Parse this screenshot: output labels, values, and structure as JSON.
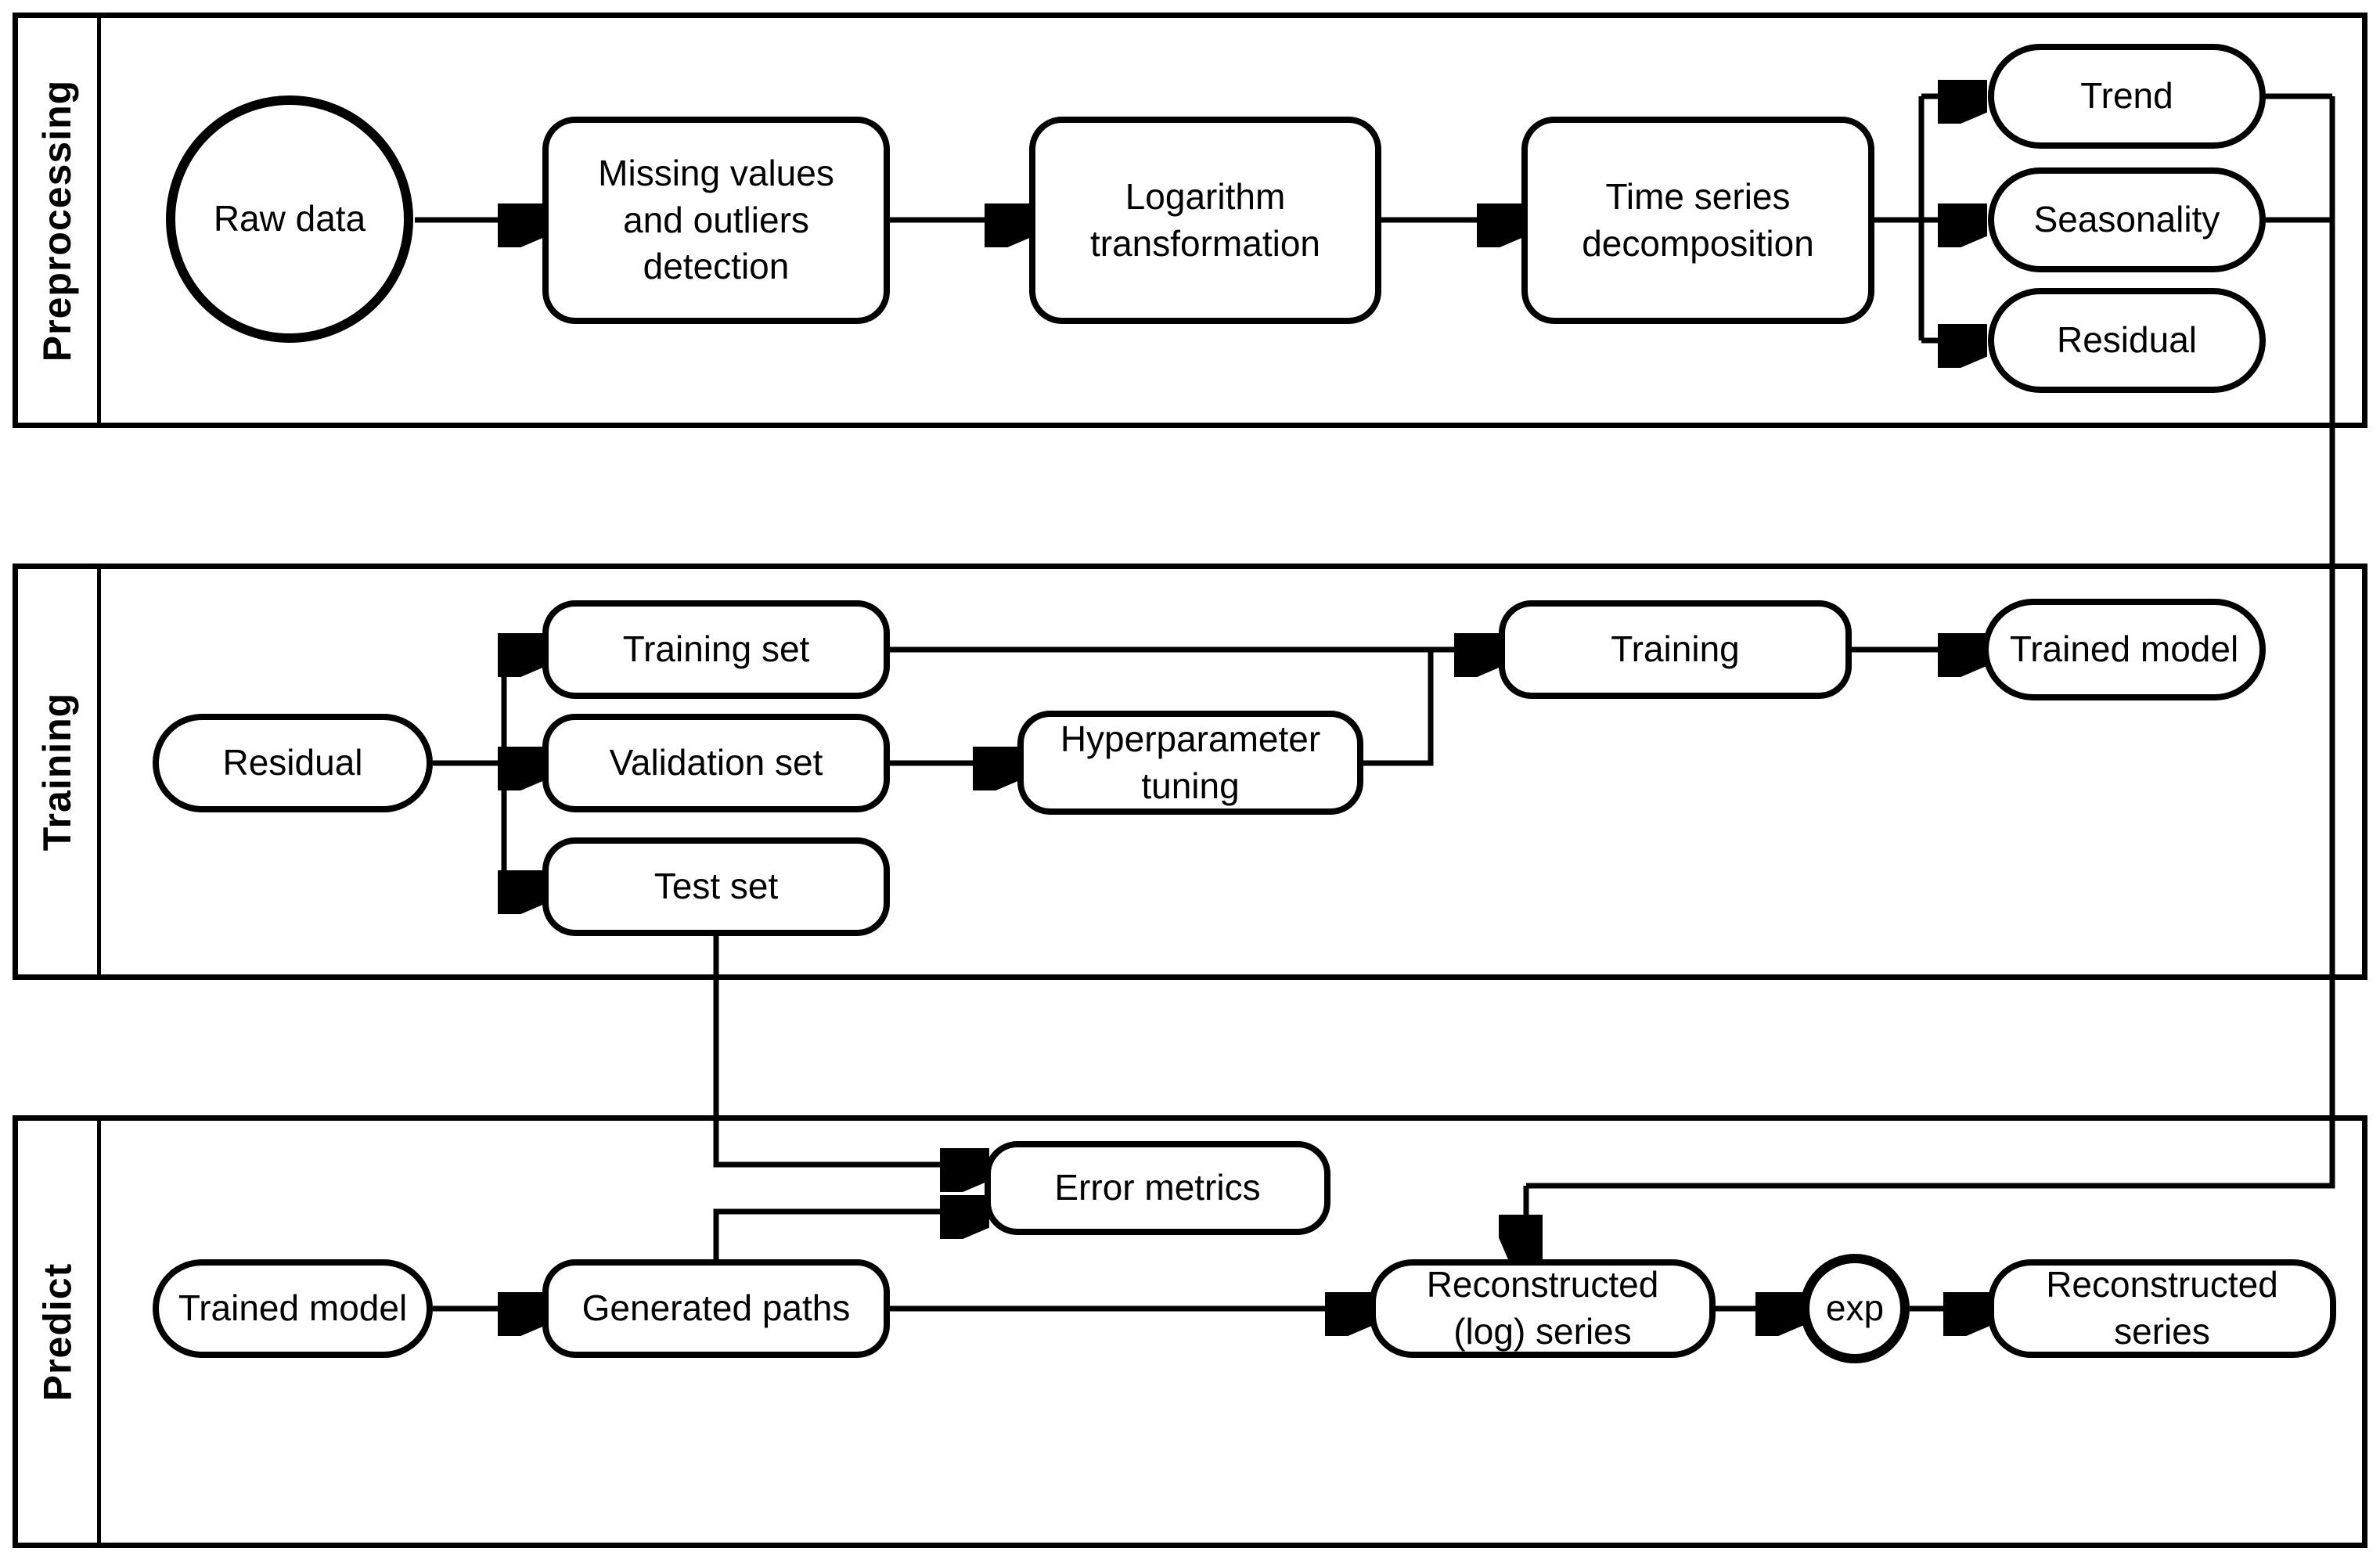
{
  "diagram": {
    "colors": {
      "stroke": "#000000",
      "background": "#ffffff"
    },
    "lanes": [
      {
        "label": "Preprocessing"
      },
      {
        "label": "Training"
      },
      {
        "label": "Predict"
      }
    ],
    "nodes": {
      "raw_data": "Raw data",
      "missing_values": "Missing values and outliers detection",
      "logarithm": "Logarithm transformation",
      "decomposition": "Time series decomposition",
      "trend": "Trend",
      "seasonality": "Seasonality",
      "residual_pre": "Residual",
      "residual_train": "Residual",
      "training_set": "Training set",
      "validation_set": "Validation set",
      "test_set": "Test set",
      "hyperparameter_tuning": "Hyperparameter tuning",
      "training": "Training",
      "trained_model_train": "Trained model",
      "trained_model_predict": "Trained model",
      "generated_paths": "Generated paths",
      "error_metrics": "Error metrics",
      "reconstructed_log_series": "Reconstructed (log) series",
      "exp": "exp",
      "reconstructed_series": "Reconstructed series"
    }
  }
}
